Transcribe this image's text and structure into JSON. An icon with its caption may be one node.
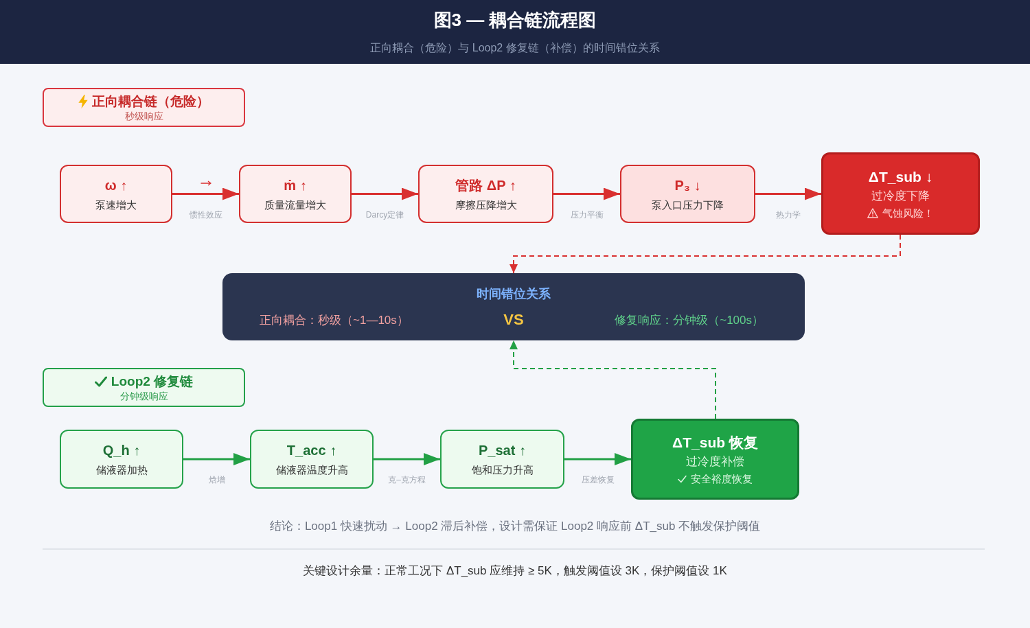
{
  "diagram": {
    "title": "图3 — 耦合链流程图",
    "nodes": [
      {
        "text": [
          "正向耦合链（危险）",
          "秒级响应"
        ]
      },
      {
        "text": [
          "ω ↑",
          "泵速增大"
        ]
      },
      {
        "text": [
          "ṁ ↑",
          "质量流量增大"
        ]
      },
      {
        "text": [
          "管路 ΔP ↑",
          "摩擦压降增大"
        ]
      },
      {
        "text": [
          "P₃ ↓",
          "泵入口压力下降"
        ]
      },
      {
        "text": [
          "ΔT_sub ↓",
          "过冷度下降",
          "气蚀风险！"
        ]
      },
      {
        "text": [
          "时间错位关系",
          "正向耦合：秒级（~1—10s）",
          "VS",
          "修复响应：分钟级（~100s）"
        ]
      },
      {
        "text": [
          "Loop2 修复链",
          "分钟级响应"
        ]
      },
      {
        "text": [
          "Q_h ↑",
          "储液器加热"
        ]
      },
      {
        "text": [
          "T_acc ↑",
          "储液器温度升高"
        ]
      },
      {
        "text": [
          "P_sat ↑",
          "饱和压力升高"
        ]
      },
      {
        "text": [
          "ΔT_sub 恢复",
          "过冷度补偿",
          "安全裕度恢复"
        ]
      }
    ],
    "edges": [
      {
        "from": 1,
        "to": 2,
        "arrow": "to",
        "label": "惯性效应"
      },
      {
        "from": 2,
        "to": 3,
        "arrow": "to",
        "label": "Darcy定律"
      },
      {
        "from": 3,
        "to": 4,
        "arrow": "to",
        "label": "压力平衡"
      },
      {
        "from": 4,
        "to": 5,
        "arrow": "to",
        "label": "热力学"
      },
      {
        "from": 5,
        "to": 6,
        "arrow": "to",
        "style": "dashed"
      },
      {
        "from": 8,
        "to": 9,
        "arrow": "to",
        "label": "焓增",
        "color": "#22a045"
      },
      {
        "from": 9,
        "to": 10,
        "arrow": "to",
        "label": "克–克方程",
        "color": "#22a045"
      },
      {
        "from": 10,
        "to": 11,
        "arrow": "to",
        "label": "压差恢复",
        "color": "#22a045"
      },
      {
        "from": 11,
        "to": 6,
        "arrow": "to",
        "style": "dashed",
        "color": "#22a045"
      }
    ],
    "labels": [
      "正向耦合（危险）与 Loop2 修复链（补偿）的时间错位关系",
      "结论：Loop1 快速扰动 → Loop2 滞后补偿，设计需保证 Loop2 响应前 ΔT_sub 不触发保护阈值",
      "关键设计余量：正常工况下 ΔT_sub 应维持 ≥ 5K，触发阈值设 3K，保护阈值设 1K"
    ]
  }
}
